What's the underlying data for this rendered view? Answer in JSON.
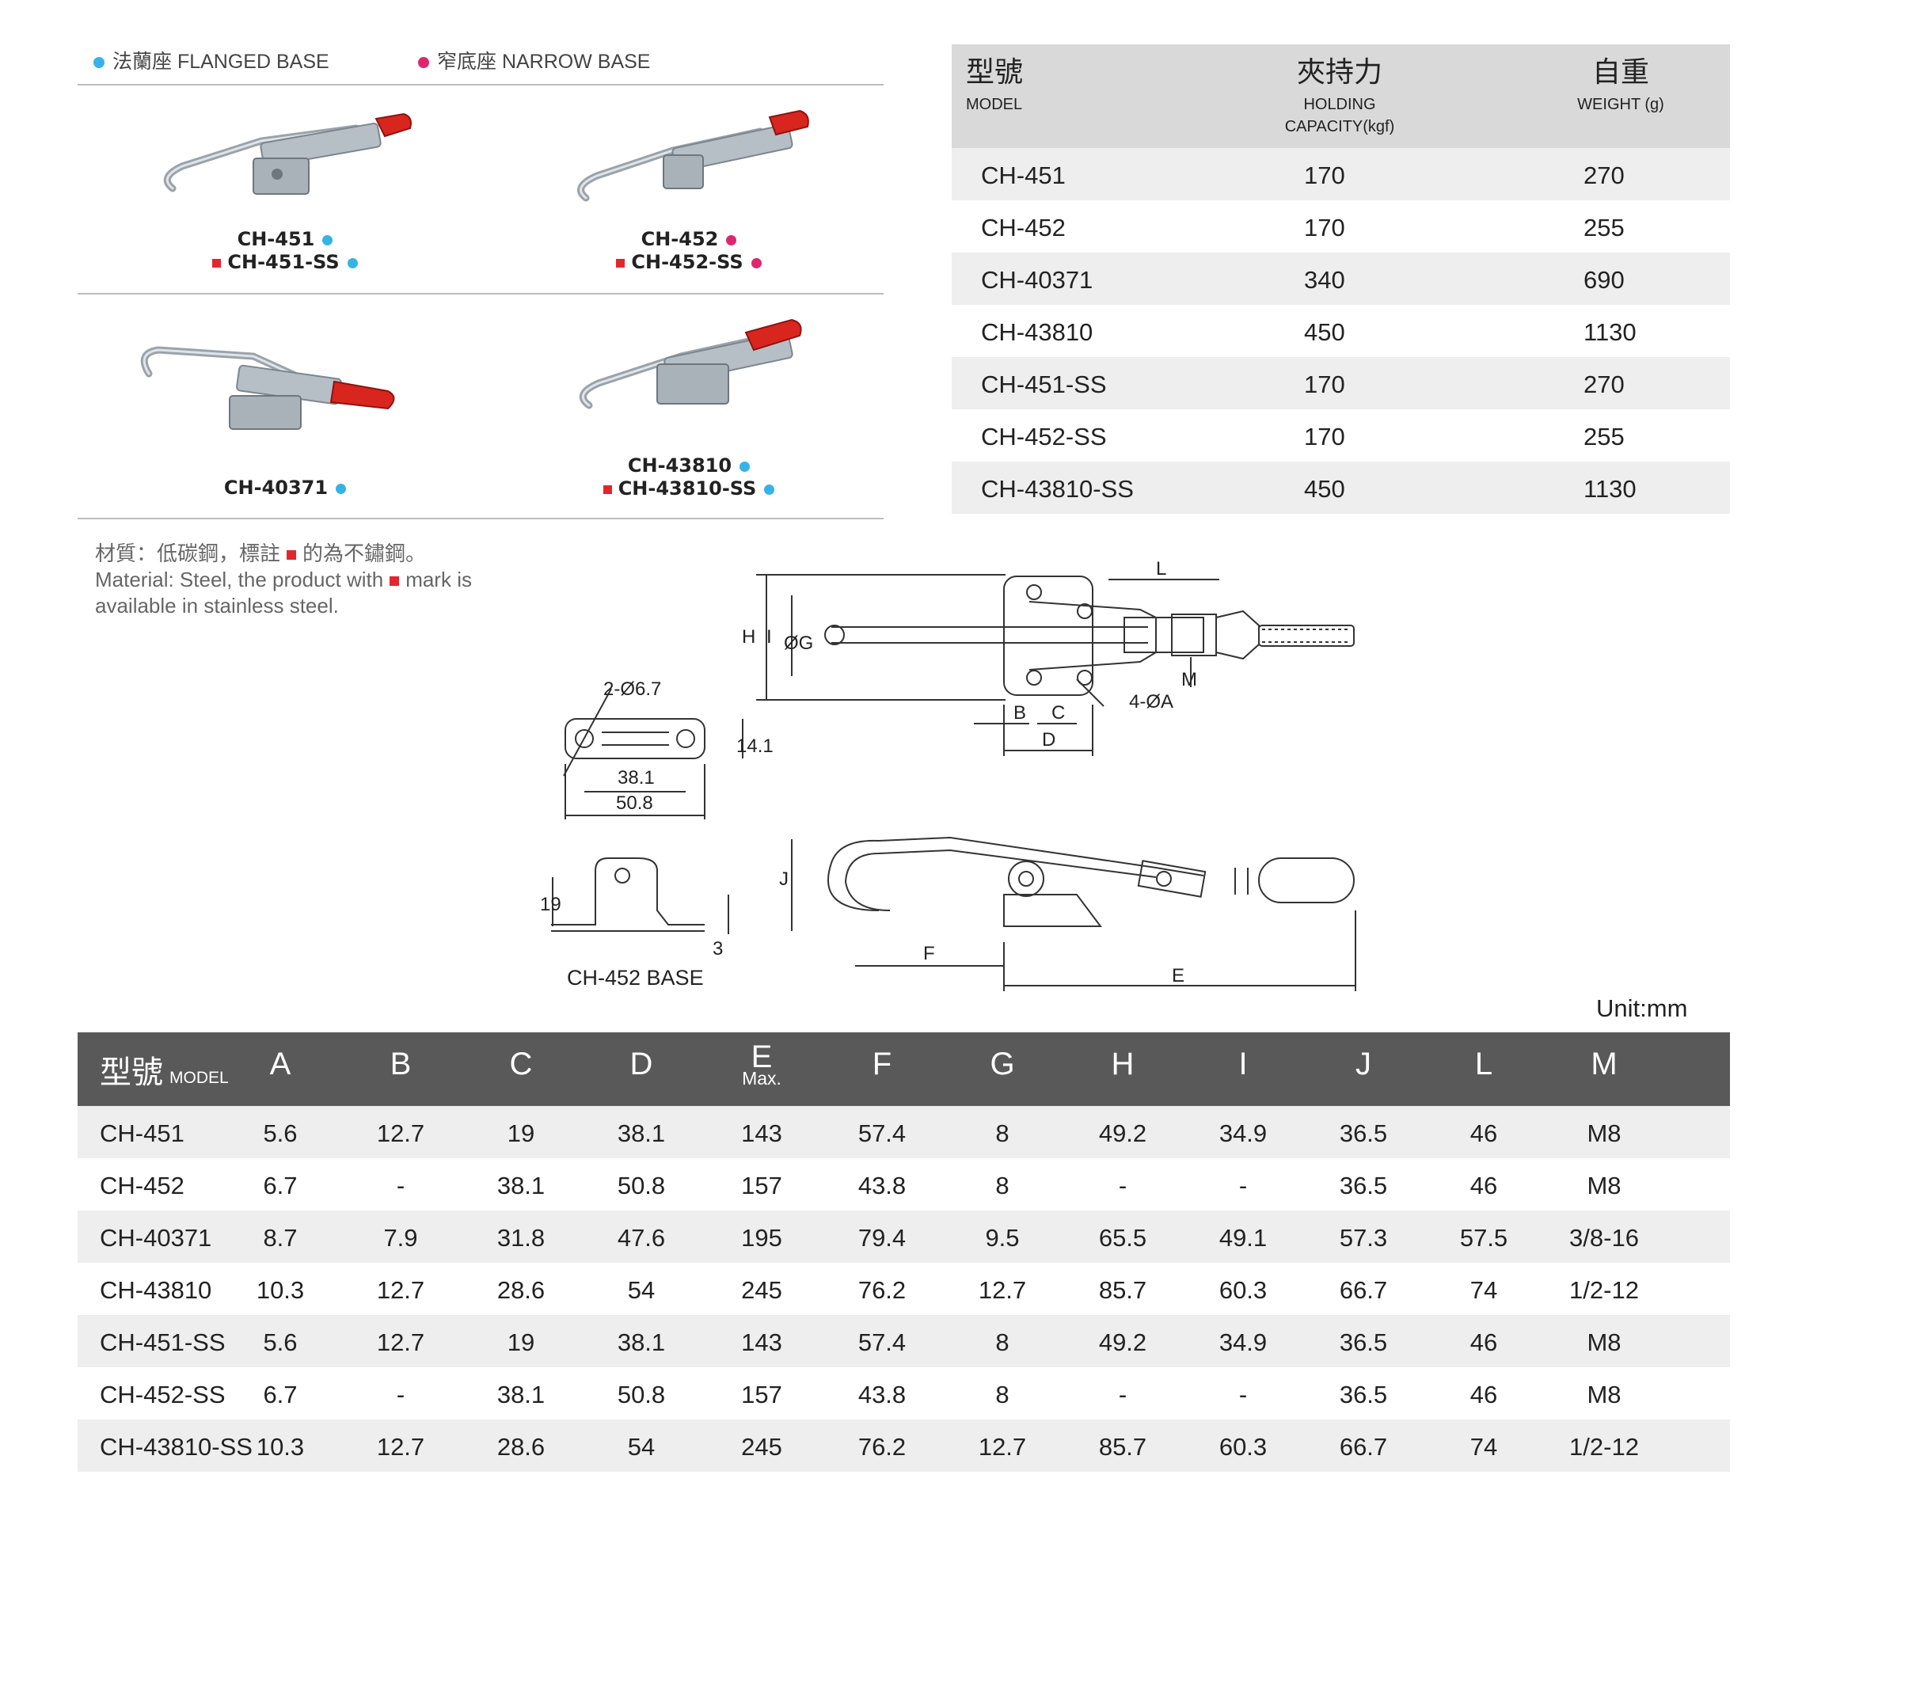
{
  "legend": {
    "flanged": "法蘭座 FLANGED BASE",
    "narrow": "窄底座 NARROW BASE",
    "flanged_color": "#36b3e6",
    "narrow_color": "#e0256f",
    "stainless_mark_color": "#e3262b"
  },
  "products": [
    {
      "line1": "CH-451",
      "line2": "CH-451-SS"
    },
    {
      "line1": "CH-452",
      "line2": "CH-452-SS"
    },
    {
      "line1": "CH-40371",
      "line2": ""
    },
    {
      "line1": "CH-43810",
      "line2": "CH-43810-SS"
    }
  ],
  "note": {
    "zh_a": "材質：低碳鋼，標註",
    "zh_b": "的為不鏽鋼。",
    "en_a": "Material: Steel, the product with",
    "en_b": "mark is",
    "en_c": "available in stainless steel."
  },
  "capacity_table": {
    "headers": [
      {
        "zh": "型號",
        "en": "MODEL"
      },
      {
        "zh": "夾持力",
        "en": "HOLDING CAPACITY(kgf)"
      },
      {
        "zh": "自重",
        "en": "WEIGHT (g)"
      }
    ],
    "rows": [
      [
        "CH-451",
        "170",
        "270"
      ],
      [
        "CH-452",
        "170",
        "255"
      ],
      [
        "CH-40371",
        "340",
        "690"
      ],
      [
        "CH-43810",
        "450",
        "1130"
      ],
      [
        "CH-451-SS",
        "170",
        "270"
      ],
      [
        "CH-452-SS",
        "170",
        "255"
      ],
      [
        "CH-43810-SS",
        "450",
        "1130"
      ]
    ]
  },
  "drawing": {
    "labels": [
      "H",
      "I",
      "ØG",
      "L",
      "M",
      "B",
      "C",
      "D",
      "4-ØA",
      "2-Ø6.7",
      "14.1",
      "38.1",
      "50.8",
      "19",
      "3",
      "J",
      "F",
      "E"
    ],
    "base_caption": "CH-452 BASE"
  },
  "unit": "Unit:mm",
  "dimension_table": {
    "model_zh": "型號",
    "model_en": "MODEL",
    "columns": [
      "A",
      "B",
      "C",
      "D",
      "E",
      "F",
      "G",
      "H",
      "I",
      "J",
      "L",
      "M"
    ],
    "e_sub": "Max.",
    "rows": [
      [
        "CH-451",
        "5.6",
        "12.7",
        "19",
        "38.1",
        "143",
        "57.4",
        "8",
        "49.2",
        "34.9",
        "36.5",
        "46",
        "M8"
      ],
      [
        "CH-452",
        "6.7",
        "-",
        "38.1",
        "50.8",
        "157",
        "43.8",
        "8",
        "-",
        "-",
        "36.5",
        "46",
        "M8"
      ],
      [
        "CH-40371",
        "8.7",
        "7.9",
        "31.8",
        "47.6",
        "195",
        "79.4",
        "9.5",
        "65.5",
        "49.1",
        "57.3",
        "57.5",
        "3/8-16"
      ],
      [
        "CH-43810",
        "10.3",
        "12.7",
        "28.6",
        "54",
        "245",
        "76.2",
        "12.7",
        "85.7",
        "60.3",
        "66.7",
        "74",
        "1/2-12"
      ],
      [
        "CH-451-SS",
        "5.6",
        "12.7",
        "19",
        "38.1",
        "143",
        "57.4",
        "8",
        "49.2",
        "34.9",
        "36.5",
        "46",
        "M8"
      ],
      [
        "CH-452-SS",
        "6.7",
        "-",
        "38.1",
        "50.8",
        "157",
        "43.8",
        "8",
        "-",
        "-",
        "36.5",
        "46",
        "M8"
      ],
      [
        "CH-43810-SS",
        "10.3",
        "12.7",
        "28.6",
        "54",
        "245",
        "76.2",
        "12.7",
        "85.7",
        "60.3",
        "66.7",
        "74",
        "1/2-12"
      ]
    ]
  }
}
